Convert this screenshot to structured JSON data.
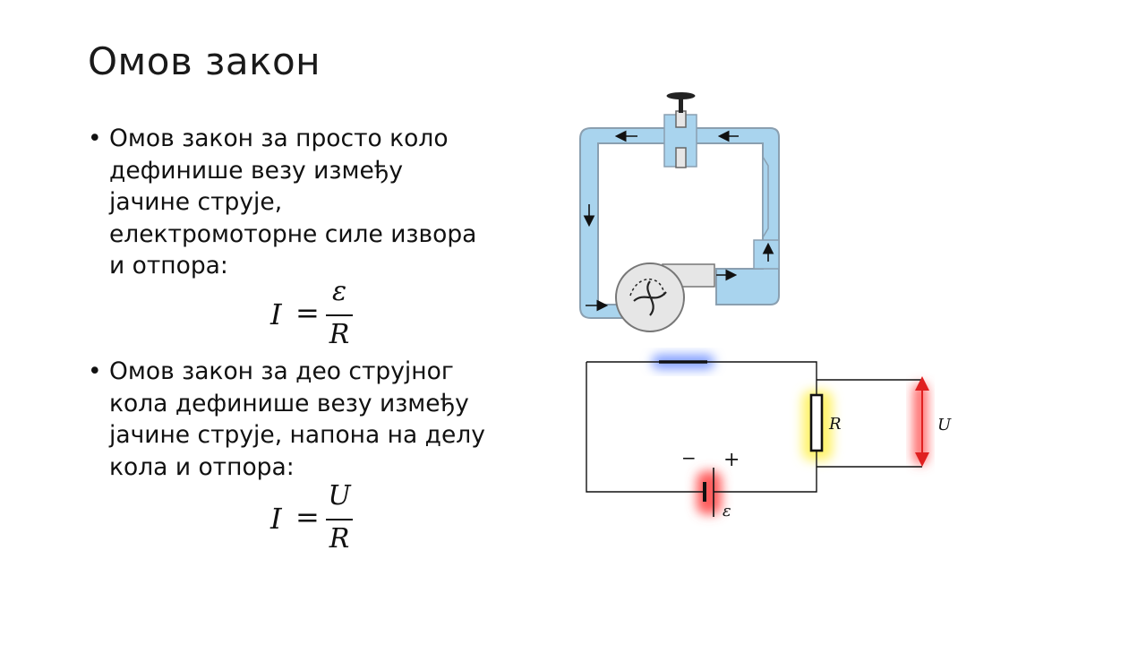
{
  "slide": {
    "title": "Омов закон",
    "bullets": [
      {
        "marker": "•",
        "lines": [
          "Омов закон за просто коло",
          "дефинише везу између",
          "јачине струје,",
          "електромоторне силе извора",
          "и отпора:"
        ]
      },
      {
        "marker": "•",
        "lines": [
          "Омов закон за део струјног",
          "кола дефинише везу између",
          "јачине струје, напона на делу",
          "кола и отпора:"
        ]
      }
    ],
    "formulas": [
      {
        "lhs": "I",
        "eq": "=",
        "num": "ε",
        "den": "R"
      },
      {
        "lhs": "I",
        "eq": "=",
        "num": "U",
        "den": "R"
      }
    ]
  },
  "circuit": {
    "resistor_label": "R",
    "voltage_label": "U",
    "emf_label": "ε",
    "minus_sign": "−",
    "plus_sign": "+"
  },
  "colors": {
    "water": "#a9d4ee",
    "pipe_stroke": "#8a9fb0",
    "highlight_blue": "#7f9cff",
    "highlight_yellow": "#fff36a",
    "highlight_red": "#ff5c5c"
  }
}
